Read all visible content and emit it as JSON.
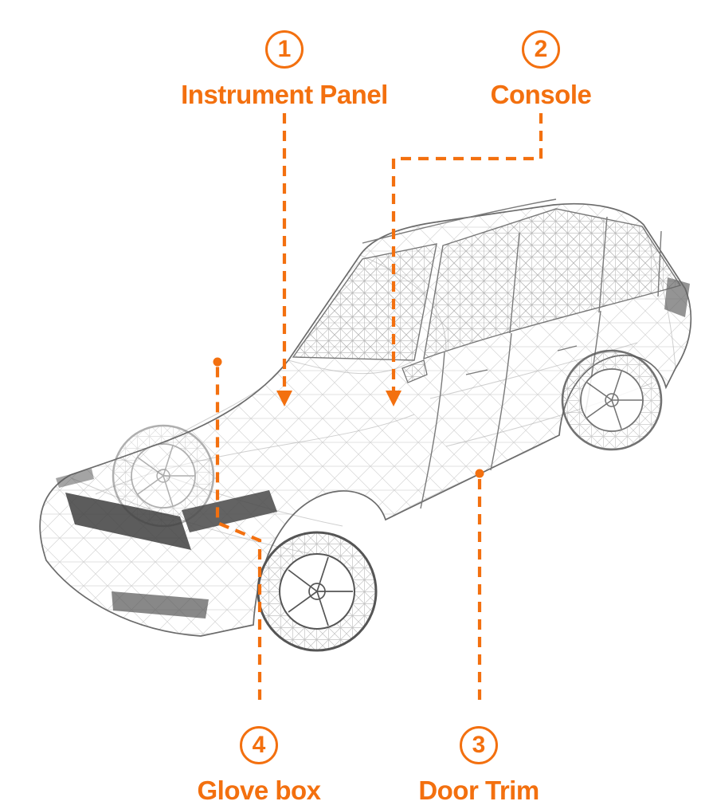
{
  "accent": "#f3700f",
  "illustration": {
    "name": "suv-wireframe"
  },
  "annotations": [
    {
      "number": "1",
      "label": "Instrument Panel"
    },
    {
      "number": "2",
      "label": "Console"
    },
    {
      "number": "3",
      "label": "Door Trim"
    },
    {
      "number": "4",
      "label": "Glove box"
    }
  ]
}
